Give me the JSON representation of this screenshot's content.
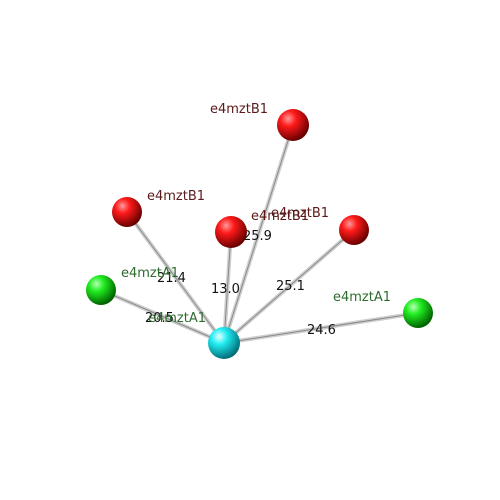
{
  "center_atom": {
    "label": "e4mztA1",
    "color": "#00e5ee",
    "label_color": "#2e6b2e"
  },
  "neighbors": [
    {
      "label": "e4mztB1",
      "distance": "21.4",
      "color": "#ee0000",
      "label_color": "#5a1a1a"
    },
    {
      "label": "e4mztB1",
      "distance": "25.9",
      "color": "#ee0000",
      "label_color": "#5a1a1a"
    },
    {
      "label": "e4mztB1",
      "distance": "13.0",
      "color": "#ee0000",
      "label_color": "#5a1a1a"
    },
    {
      "label": "e4mztB1",
      "distance": "25.1",
      "color": "#ee0000",
      "label_color": "#5a1a1a"
    },
    {
      "label": "e4mztA1",
      "distance": "20.5",
      "color": "#00dd00",
      "label_color": "#2e6b2e"
    },
    {
      "label": "e4mztA1",
      "distance": "24.6",
      "color": "#00dd00",
      "label_color": "#2e6b2e"
    }
  ]
}
